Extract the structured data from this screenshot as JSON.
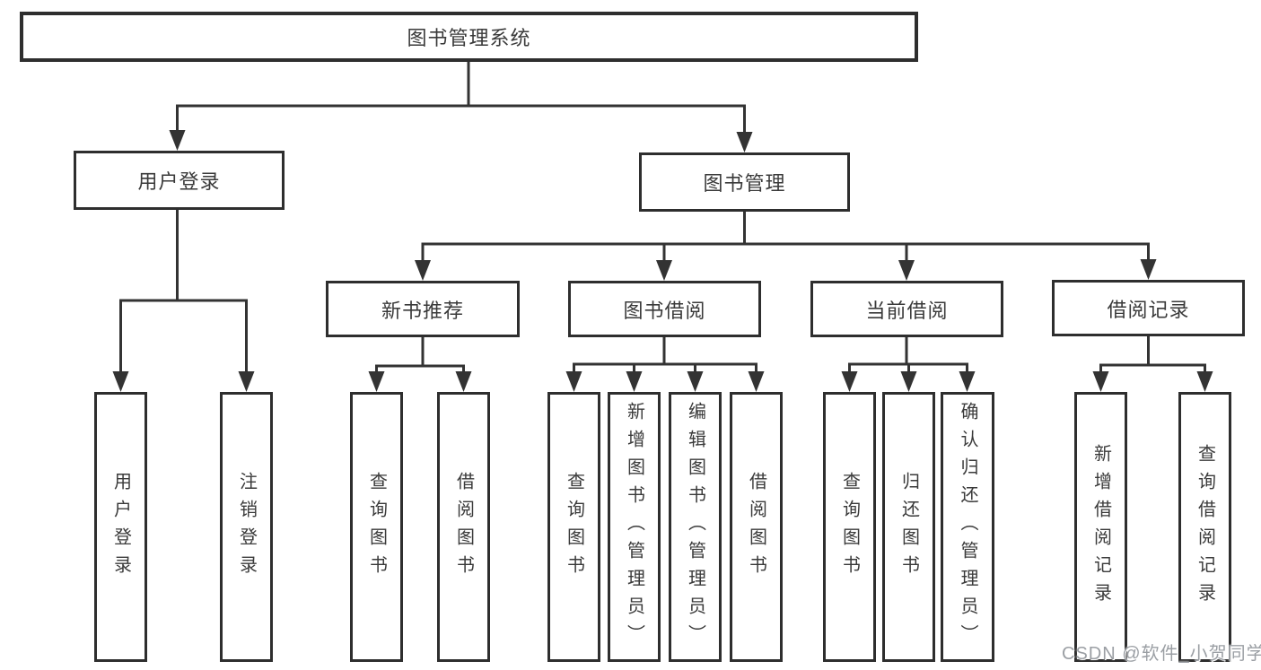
{
  "tree": {
    "root": {
      "label": "图书管理系统"
    },
    "level2": [
      {
        "label": "用户登录",
        "children": [
          "用户登录",
          "注销登录"
        ]
      },
      {
        "label": "图书管理"
      }
    ],
    "level3": [
      {
        "label": "新书推荐",
        "children": [
          "查询图书",
          "借阅图书"
        ]
      },
      {
        "label": "图书借阅",
        "children": [
          "查询图书",
          "新增图书（管理员）",
          "编辑图书（管理员）",
          "借阅图书"
        ]
      },
      {
        "label": "当前借阅",
        "children": [
          "查询图书",
          "归还图书",
          "确认归还（管理员）"
        ]
      },
      {
        "label": "借阅记录",
        "children": [
          "新增借阅记录",
          "查询借阅记录"
        ]
      }
    ]
  },
  "watermark": {
    "text": "CSDN @软件_小贺同学"
  },
  "colors": {
    "line": "#333333",
    "border": "#2e2e2e",
    "text": "#3a3a3a",
    "background": "#ffffff",
    "watermark": "#9b9fa4"
  }
}
